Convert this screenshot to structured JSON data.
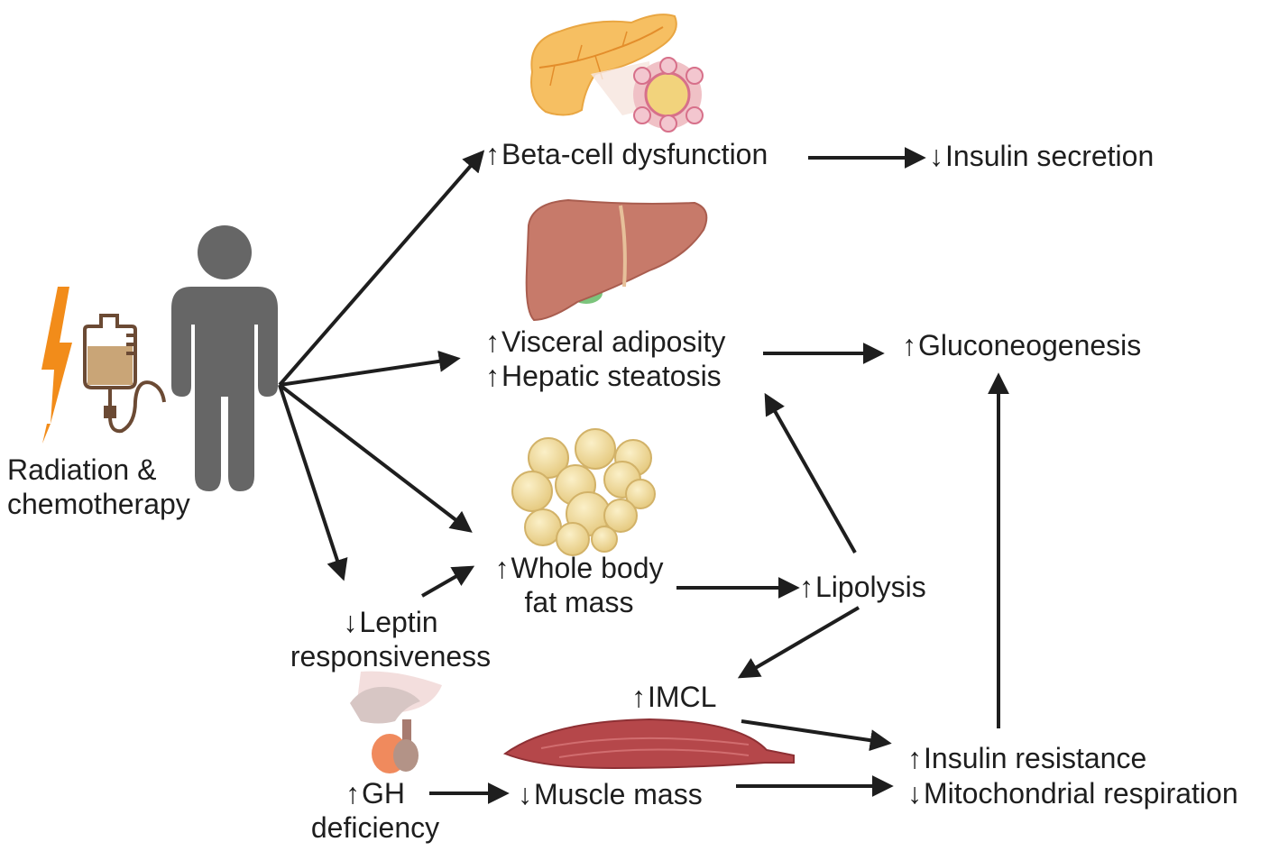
{
  "trigger": {
    "label_line1": "Radiation &",
    "label_line2": "chemotherapy"
  },
  "nodes": {
    "beta_cell": {
      "dir": "up",
      "text": "Beta-cell dysfunction"
    },
    "insulin_secretion": {
      "dir": "down",
      "text": "Insulin secretion"
    },
    "visceral": {
      "dir": "up",
      "text": "Visceral adiposity"
    },
    "hepatic": {
      "dir": "up",
      "text": "Hepatic steatosis"
    },
    "gluconeogenesis": {
      "dir": "up",
      "text": "Gluconeogenesis"
    },
    "fat_mass": {
      "dir": "up",
      "line1": "Whole body",
      "line2": "fat mass"
    },
    "lipolysis": {
      "dir": "up",
      "text": "Lipolysis"
    },
    "leptin": {
      "dir": "down",
      "line1": "Leptin",
      "line2": "responsiveness"
    },
    "imcl": {
      "dir": "up",
      "text": "IMCL"
    },
    "gh": {
      "dir": "up",
      "line1": "GH",
      "line2": "deficiency"
    },
    "muscle_mass": {
      "dir": "down",
      "text": "Muscle mass"
    },
    "insulin_resistance": {
      "dir": "up",
      "text": "Insulin resistance"
    },
    "mito": {
      "dir": "down",
      "text": "Mitochondrial respiration"
    }
  },
  "icons": [
    "lightning-icon",
    "iv-bag-icon",
    "person-icon",
    "pancreas-icon",
    "liver-icon",
    "adipocytes-icon",
    "pituitary-icon",
    "muscle-icon"
  ],
  "colors": {
    "arrow": "#1e1e1e",
    "person": "#666666",
    "lightning": "#f28c1a",
    "liver": "#c77a6a",
    "fat": "#f1dfa6",
    "muscle": "#b5474a",
    "pancreas": "#f6bf62"
  }
}
